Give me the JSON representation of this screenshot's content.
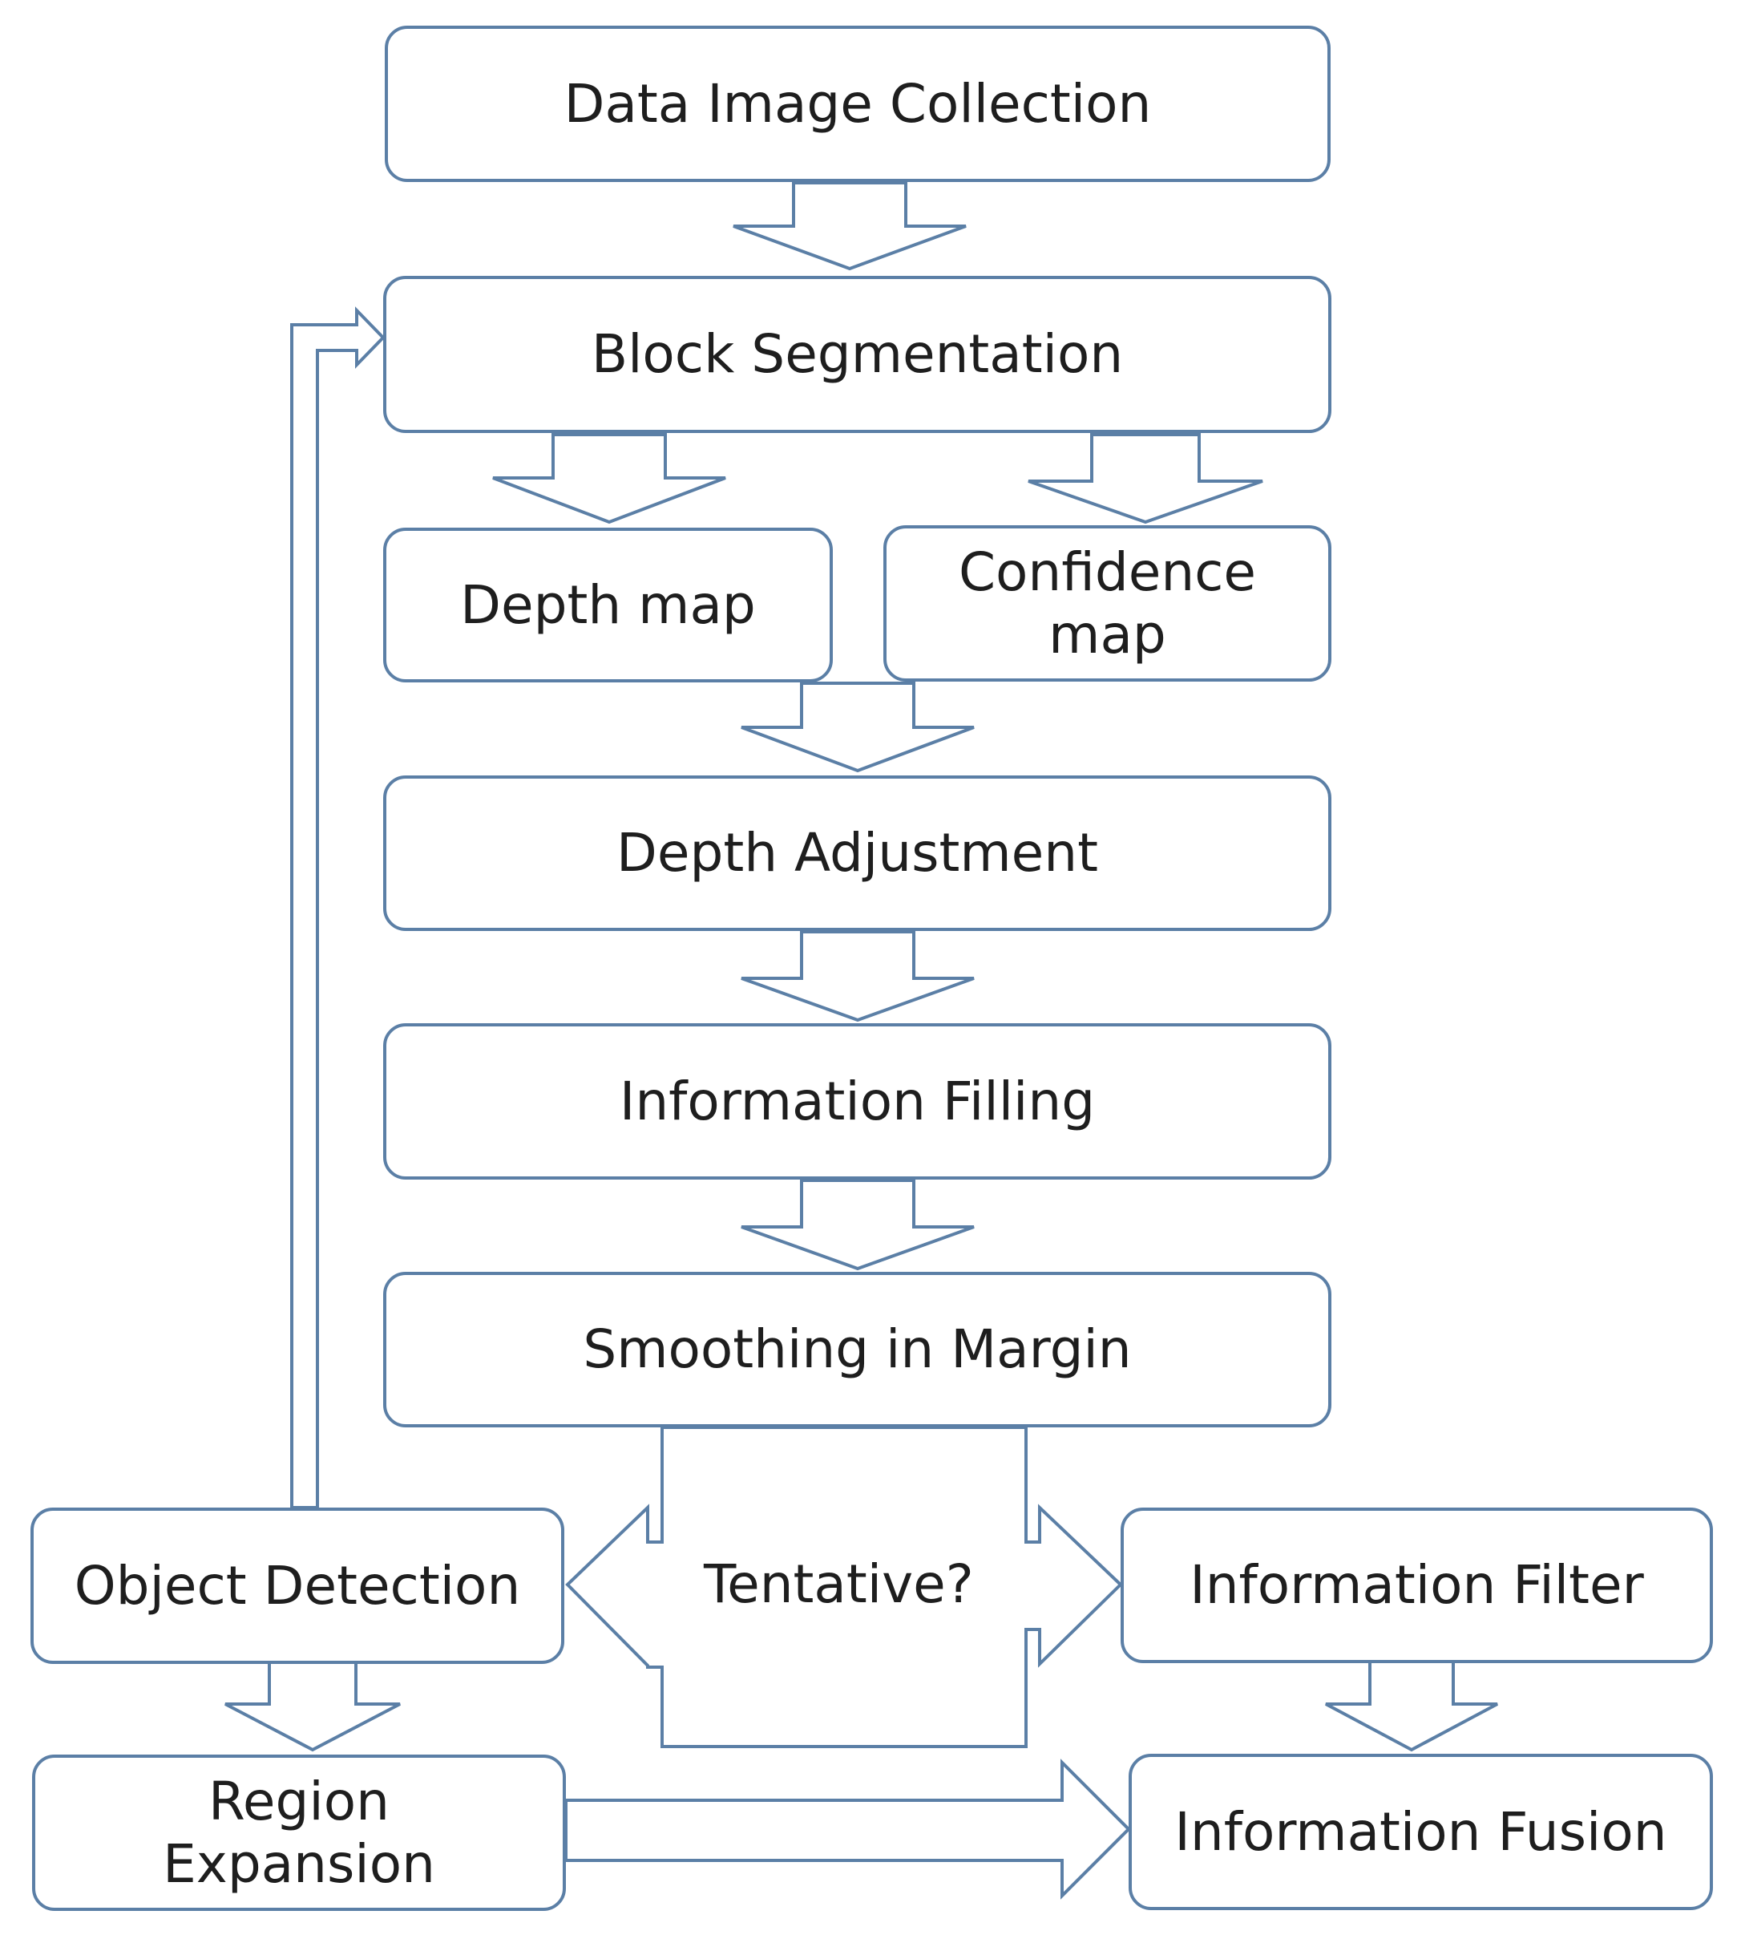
{
  "nodes": {
    "data_image_collection": "Data Image Collection",
    "block_segmentation": "Block Segmentation",
    "depth_map": "Depth map",
    "confidence_map": "Confidence\nmap",
    "depth_adjustment": "Depth Adjustment",
    "information_filling": "Information Filling",
    "smoothing_in_margin": "Smoothing in Margin",
    "object_detection": "Object Detection",
    "information_filter": "Information Filter",
    "region_expansion": "Region\nExpansion",
    "information_fusion": "Information Fusion"
  },
  "decision_label": "Tentative?",
  "colors": {
    "stroke": "#5b7fa6",
    "text": "#1e1e1e",
    "fill": "#ffffff"
  }
}
